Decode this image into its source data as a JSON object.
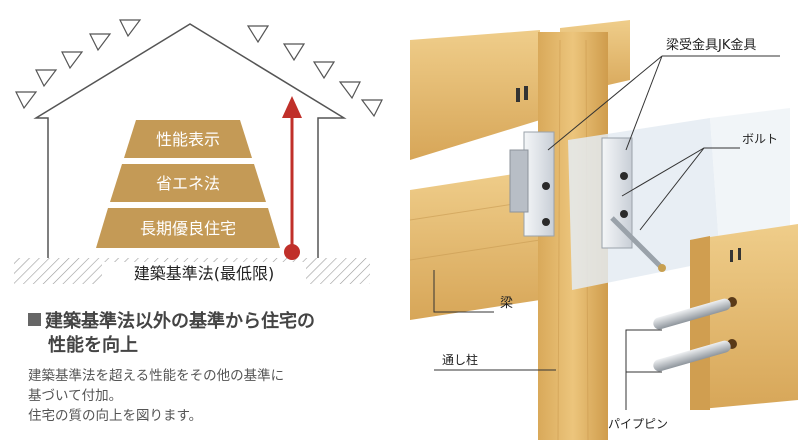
{
  "pyramid": {
    "top": "性能表示",
    "middle": "省エネ法",
    "bottom": "長期優良住宅"
  },
  "ground_label": "建築基準法(最低限)",
  "heading": {
    "line1": "建築基準法以外の基準から住宅の",
    "line2": "性能を向上"
  },
  "description": [
    "建築基準法を超える性能をその他の基準に",
    "基づいて付加。",
    "住宅の質の向上を図ります。"
  ],
  "diagram_labels": {
    "bracket": "梁受金具JK金具",
    "bolt": "ボルト",
    "beam": "梁",
    "column": "通し柱",
    "pipe_pin": "パイプピン"
  },
  "colors": {
    "pyramid_fill": "#c49a56",
    "arrow": "#c0302a",
    "wood": "#e2b868",
    "metal": "#dfe3e8"
  }
}
